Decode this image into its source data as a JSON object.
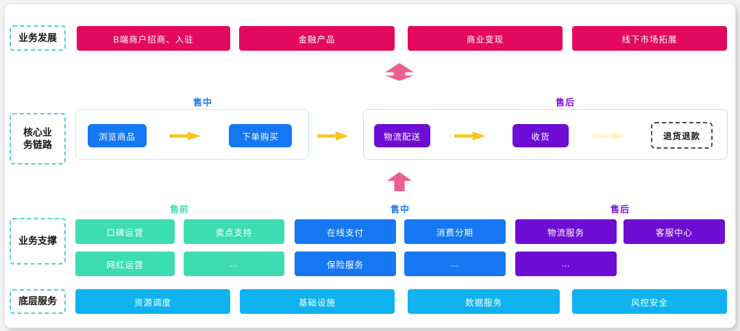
{
  "palette": {
    "crimson": "#e2095e",
    "blue": "#1677f2",
    "purple": "#6e0dd4",
    "teal": "#3eddb1",
    "cyan": "#10b3f0",
    "arrow_yellow": "#f7c71f",
    "arrow_pink": "#ee5f8f",
    "tag_border": "#49ced6"
  },
  "icons": {
    "arrow_right": "arrow-right-icon",
    "arrow_up": "arrow-up-icon"
  },
  "rows": {
    "development": {
      "label": "业务发展",
      "items": [
        "B端商户招商、入驻",
        "金融产品",
        "商业变现",
        "线下市场拓展"
      ]
    },
    "core": {
      "label": "核心业\n务链路",
      "label_line1": "核心业",
      "label_line2": "务链路",
      "in_sale": {
        "title": "售中",
        "steps": [
          "浏览商品",
          "下单购买"
        ]
      },
      "after_sale": {
        "title": "售后",
        "steps": [
          "物流配送",
          "收货",
          "退货退款"
        ]
      }
    },
    "support": {
      "label": "业务支撑",
      "groups": [
        {
          "title": "售前",
          "row1": [
            "口碑运营",
            "卖点支持"
          ],
          "row2": [
            "网红运营",
            "…"
          ]
        },
        {
          "title": "售中",
          "row1": [
            "在线支付",
            "消费分期"
          ],
          "row2": [
            "保险服务",
            "…"
          ]
        },
        {
          "title": "售后",
          "row1": [
            "物流服务",
            "客服中心"
          ],
          "row2": [
            "…"
          ]
        }
      ]
    },
    "base": {
      "label": "底层服务",
      "items": [
        "资源调度",
        "基础设施",
        "数据服务",
        "风控安全"
      ]
    }
  }
}
